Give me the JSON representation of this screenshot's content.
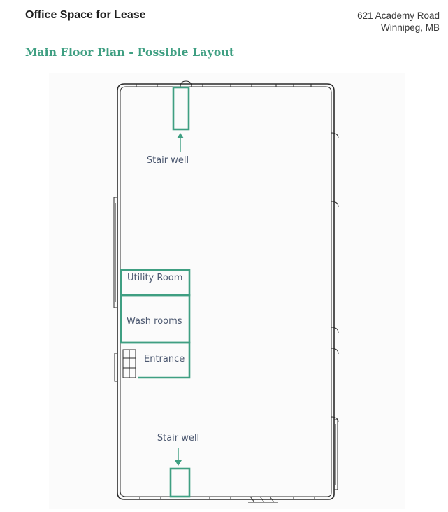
{
  "header": {
    "title": "Office Space for Lease",
    "address_line1": "621 Academy Road",
    "address_line2": "Winnipeg, MB"
  },
  "plan": {
    "heading": "Main Floor Plan - Possible Layout",
    "accent_color": "#3f9f82",
    "wall_color": "#2b2b2b",
    "label_color": "#4c5870",
    "labels": {
      "stair_top": "Stair well",
      "stair_bottom": "Stair well",
      "utility": "Utility Room",
      "washrooms": "Wash rooms",
      "entrance": "Entrance"
    }
  }
}
